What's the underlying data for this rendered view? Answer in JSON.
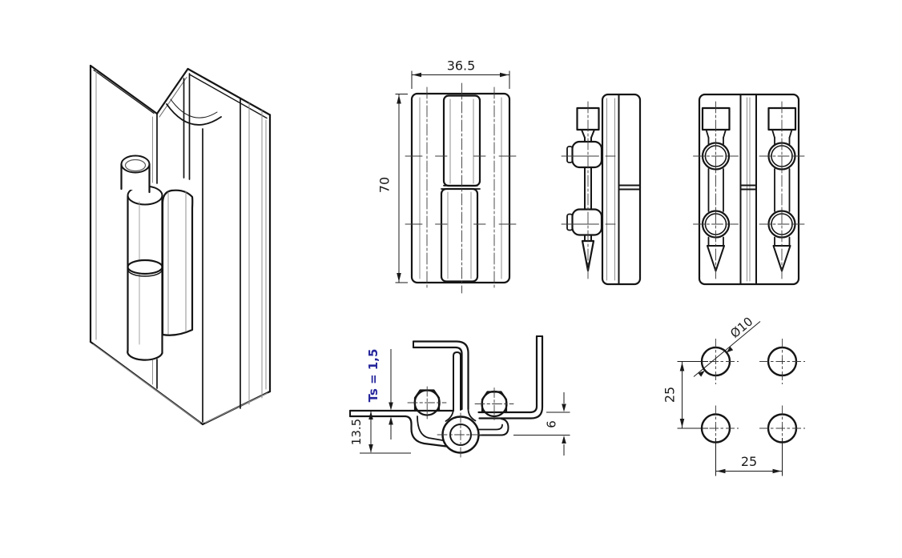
{
  "drawing": {
    "type": "technical-drawing",
    "part": "weld-on corner hinge, multi-view engineering drawing",
    "colors": {
      "background": "#ffffff",
      "object_lines": "#151515",
      "thin_lines": "#8f8f8f",
      "centerlines": "#3a3a3a",
      "dim_text": "#1a1a1a",
      "highlight_text": "#26269c"
    },
    "dimensions": {
      "front_width": "36.5",
      "front_height": "70",
      "sheet_thickness": "Ts = 1,5",
      "knuckle_drop": "13.5",
      "flange_offset": "6",
      "hole_diameter": "Ø10",
      "hole_pitch_vertical": "25",
      "hole_pitch_horizontal": "25"
    },
    "views": [
      {
        "id": "isometric-view",
        "desc": "3D view of hinge with two folded leaves and pin barrel"
      },
      {
        "id": "front-view",
        "desc": "front elevation, 36.5 wide x 70 high"
      },
      {
        "id": "side-view",
        "desc": "side elevation with two weld studs"
      },
      {
        "id": "back-view",
        "desc": "rear elevation with four weld studs"
      },
      {
        "id": "section-view",
        "desc": "cross-section through knuckle and studs"
      },
      {
        "id": "hole-pattern-view",
        "desc": "4 x Ø10 mounting holes on 25 x 25 pitch"
      }
    ]
  }
}
